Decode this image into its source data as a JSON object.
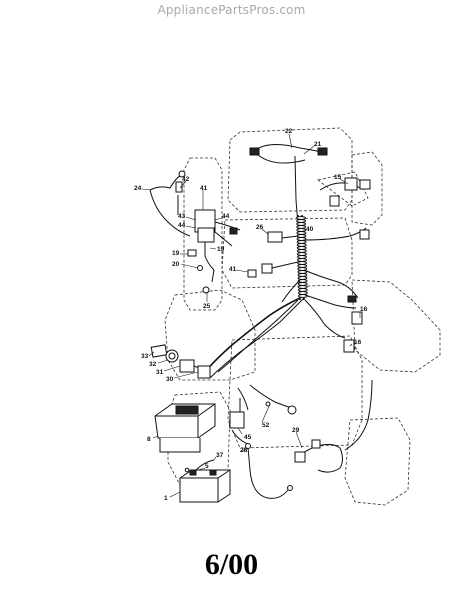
{
  "watermark": "AppliancePartsPros.com",
  "date_stamp": "6/00",
  "callouts": {
    "c22": "22",
    "c21": "21",
    "c42": "42",
    "c24": "24",
    "c41": "41",
    "c43": "43",
    "c44a": "44",
    "c44b": "44",
    "c26": "26",
    "c40": "40",
    "c19a": "19",
    "c19b": "19",
    "c20": "20",
    "c41b": "41",
    "c25": "25",
    "c16a": "16",
    "c16b": "16",
    "c33": "33",
    "c32": "32",
    "c31": "31",
    "c30": "30",
    "c52": "52",
    "c45": "45",
    "c29": "29",
    "c8": "8",
    "c28": "28",
    "c37": "37",
    "c5": "5",
    "c1": "1",
    "c15": "15"
  }
}
